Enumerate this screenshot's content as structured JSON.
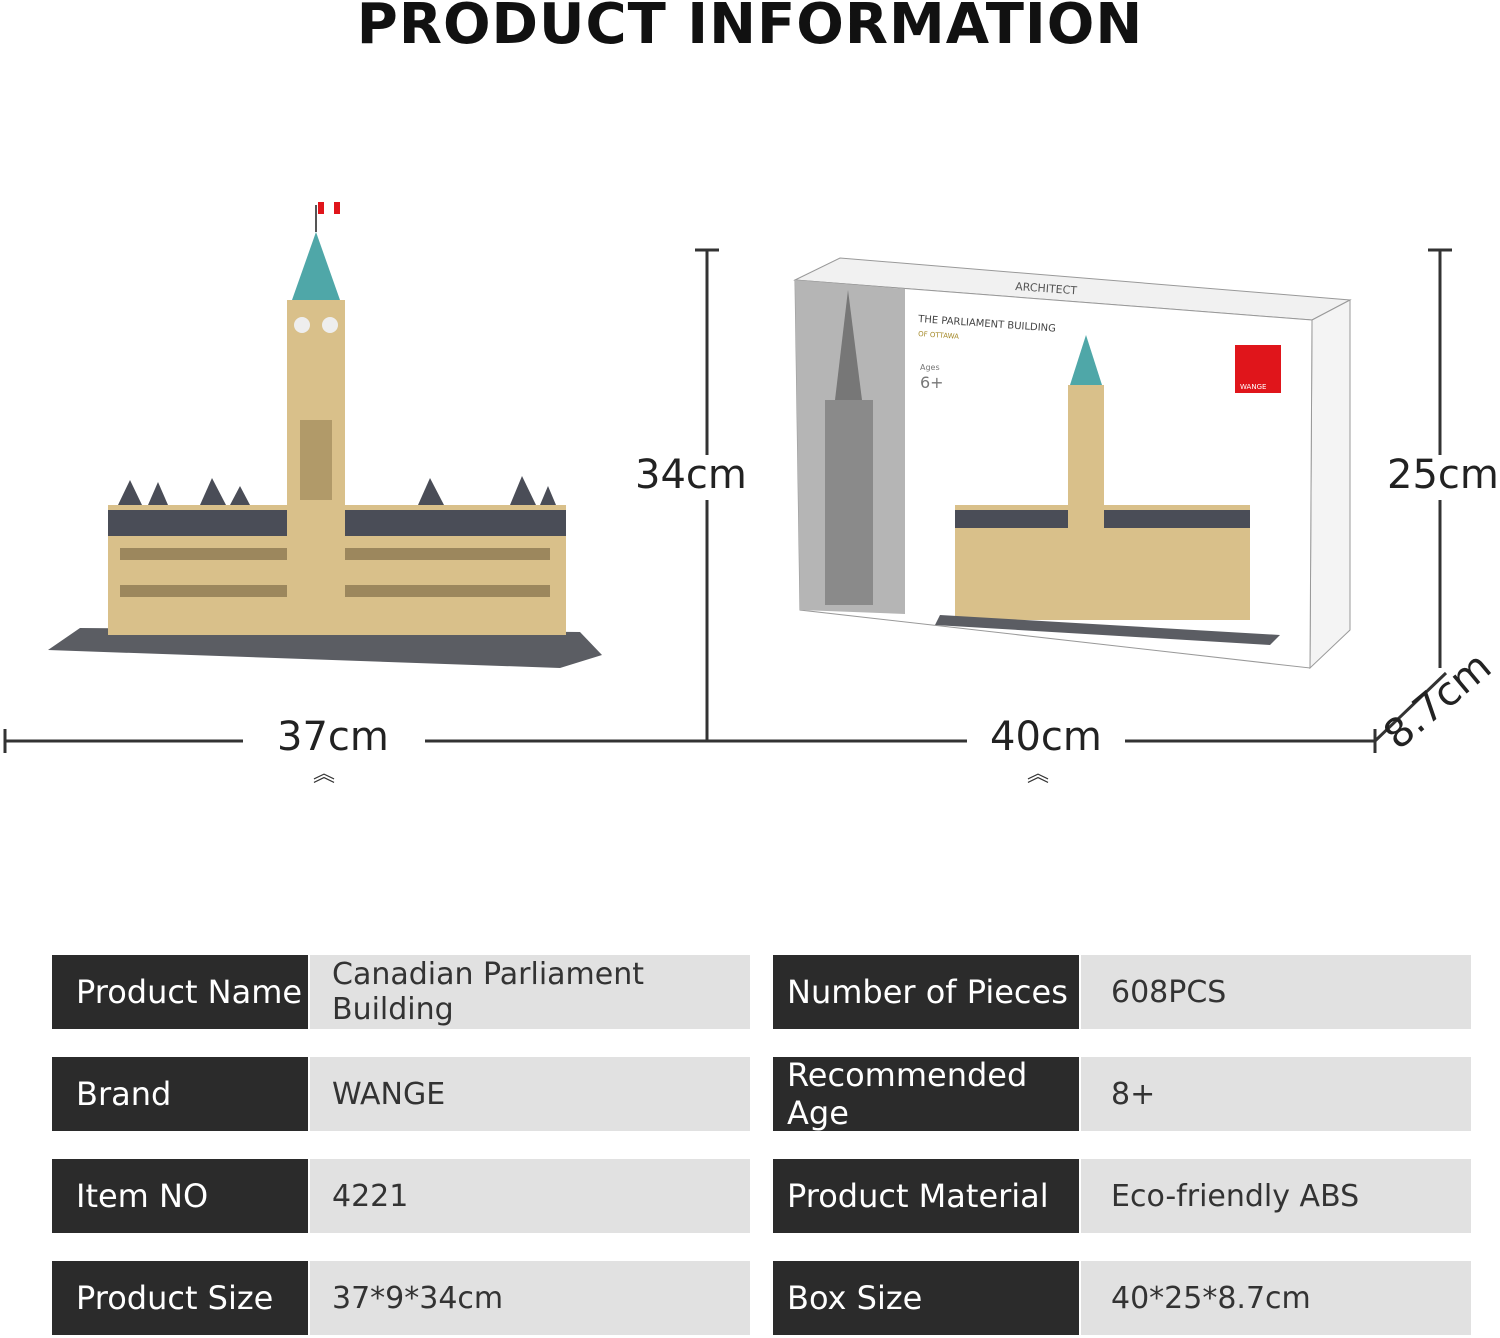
{
  "title": "PRODUCT INFORMATION",
  "dimensions": {
    "model_height": "34cm",
    "model_width": "37cm",
    "box_width": "40cm",
    "box_height": "25cm",
    "box_depth": "8.7cm",
    "chevron": "︽"
  },
  "box_art": {
    "series": "ARCHITECT",
    "name": "THE PARLIAMENT BUILDING",
    "subtitle": "OF OTTAWA",
    "ages_label": "Ages",
    "ages": "6+",
    "brand_logo": "WANGE"
  },
  "specs_left": [
    {
      "label": "Product Name",
      "value": "Canadian Parliament Building"
    },
    {
      "label": "Brand",
      "value": "WANGE"
    },
    {
      "label": "Item NO",
      "value": "4221"
    },
    {
      "label": "Product Size",
      "value": "37*9*34cm"
    }
  ],
  "specs_right": [
    {
      "label": "Number of Pieces",
      "value": "608PCS"
    },
    {
      "label": "Recommended Age",
      "value": "8+"
    },
    {
      "label": "Product Material",
      "value": "Eco-friendly ABS"
    },
    {
      "label": "Box Size",
      "value": "40*25*8.7cm"
    }
  ],
  "colors": {
    "label_bg": "#2b2b2b",
    "value_bg": "#e1e1e1",
    "sand": "#d9c08a",
    "roof": "#4a4d57",
    "spire": "#4fa7a8",
    "logo_red": "#e0151b"
  }
}
